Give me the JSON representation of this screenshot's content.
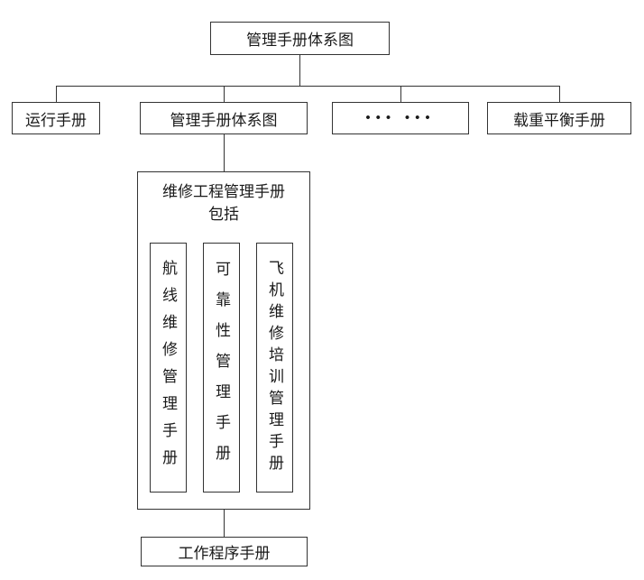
{
  "diagram": {
    "root_label": "管理手册体系图",
    "level2": [
      {
        "label": "运行手册"
      },
      {
        "label": "管理手册体系图"
      },
      {
        "label": "••• •••"
      },
      {
        "label": "载重平衡手册"
      }
    ],
    "maintenance_group": {
      "title": "维修工程管理手册包括",
      "items": [
        {
          "label": "航线维修管理手册"
        },
        {
          "label": "可靠性管理手册"
        },
        {
          "label": "飞机维修培训管理手册"
        }
      ]
    },
    "bottom_label": "工作程序手册"
  }
}
